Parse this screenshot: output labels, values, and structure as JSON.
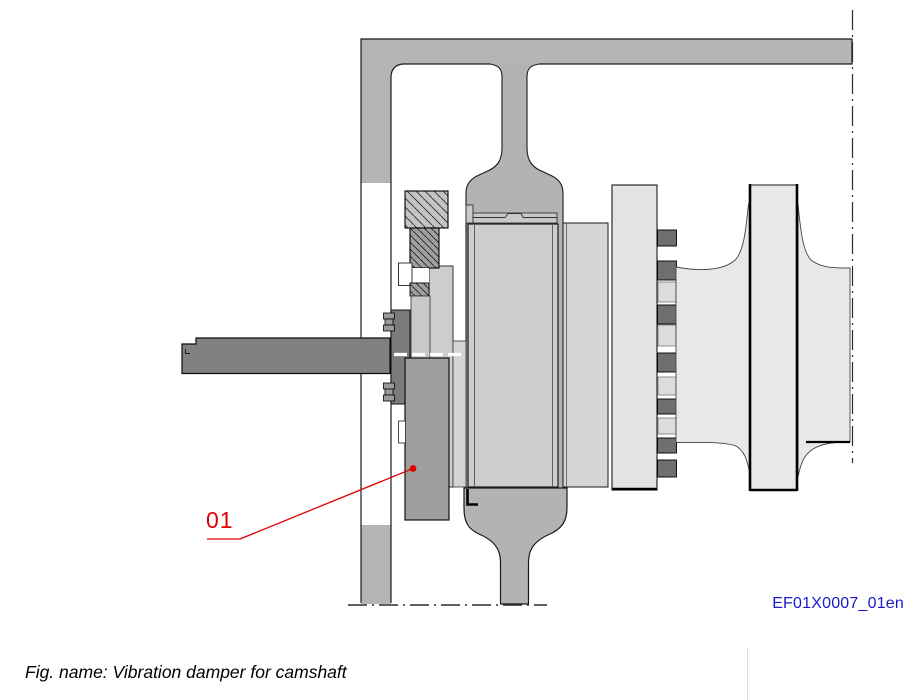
{
  "figure": {
    "callout_label": "01",
    "drawing_code": "EF01X0007_01en",
    "caption": "Fig. name: Vibration damper for camshaft"
  },
  "parts": {
    "callout_01_target": "vibration-damper-plate"
  },
  "colors": {
    "callout_red": "#e00000",
    "code_blue": "#1a1acc",
    "housing_gray": "#b5b5b5",
    "hub_gray": "#b3b3b3",
    "bearing_block_light": "#cdcdcd",
    "spacer_light": "#c9c9c9",
    "column_light": "#e4e4e4",
    "pulley_light": "#e8e8e8",
    "shaft_gray": "#818181",
    "flange_gray": "#7b7b7b",
    "damper_gray": "#9e9e9e",
    "teeth_dark": "#6f6f6f",
    "outline": "#1a1a1a"
  }
}
